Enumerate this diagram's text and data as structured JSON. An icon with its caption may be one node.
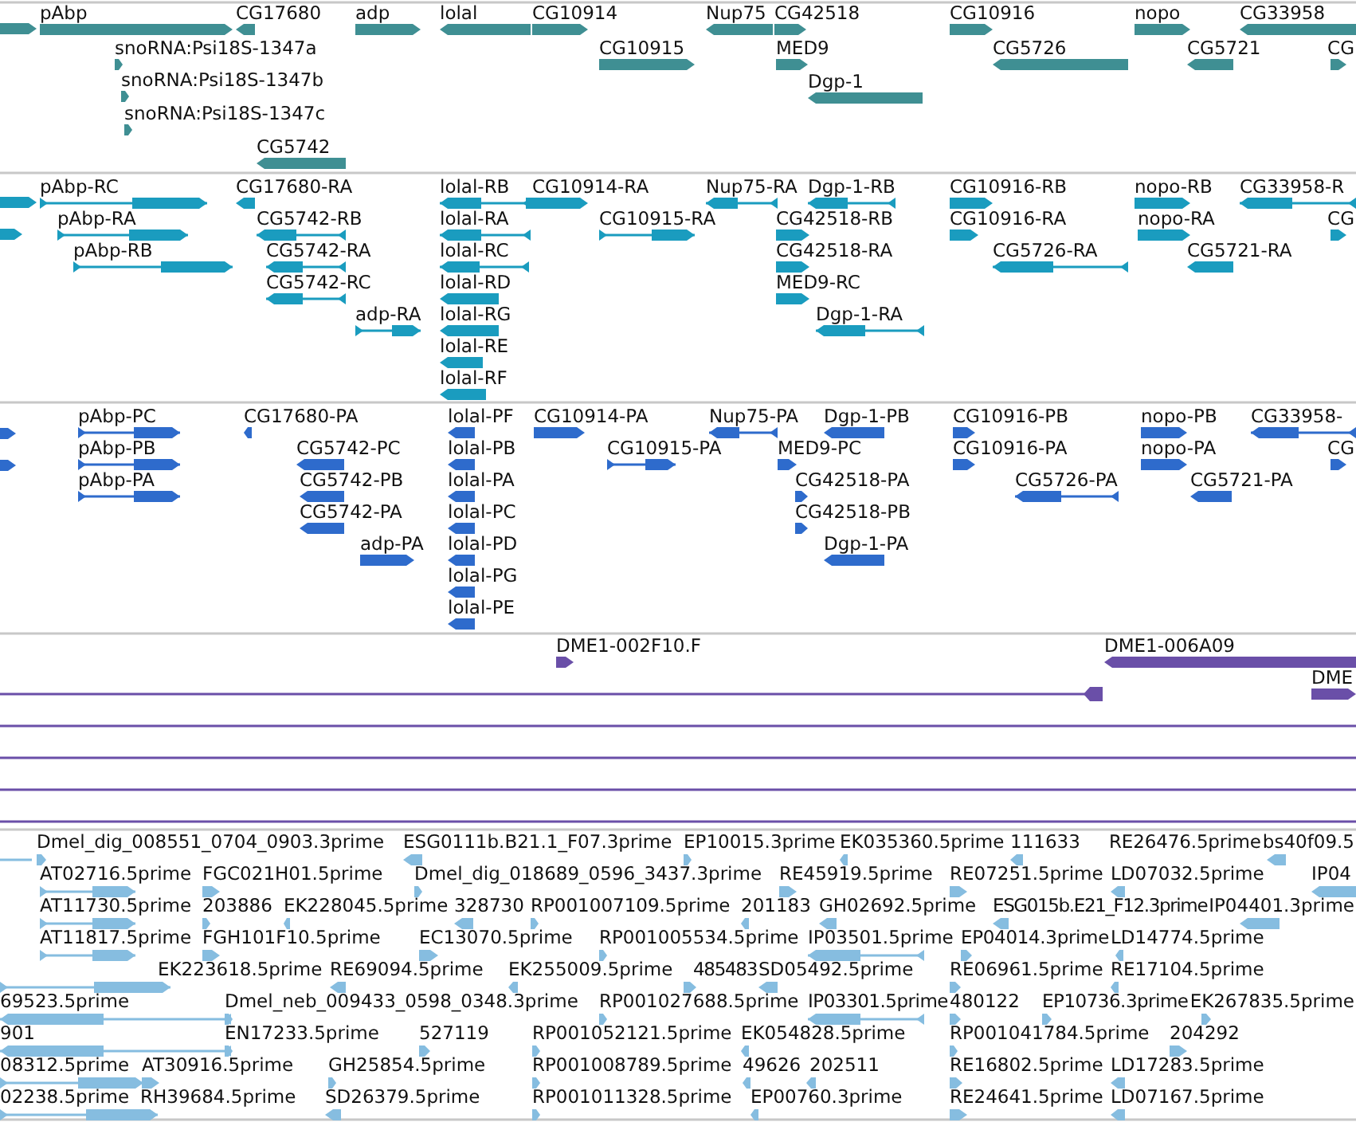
{
  "diagram": {
    "labels": [
      "pAbp",
      "CG17680",
      "adp",
      "lolal",
      "CG10914",
      "Nup75",
      "CG42518",
      "CG10916",
      "nopo",
      "CG33958",
      "snoRNA:Psi18S-1347a",
      "CG10915",
      "MED9",
      "CG5726",
      "CG5721",
      "CG",
      "snoRNA:Psi18S-1347b",
      "Dgp-1",
      "snoRNA:Psi18S-1347c",
      "CG5742",
      "pAbp-RC",
      "CG17680-RA",
      "lolal-RB",
      "CG10914-RA",
      "Nup75-RA",
      "Dgp-1-RB",
      "CG10916-RB",
      "nopo-RB",
      "CG33958-R",
      "pAbp-RA",
      "CG5742-RB",
      "lolal-RA",
      "CG10915-RA",
      "CG42518-RB",
      "CG10916-RA",
      "nopo-RA",
      "CG",
      "pAbp-RB",
      "CG5742-RA",
      "lolal-RC",
      "CG42518-RA",
      "CG5726-RA",
      "CG5721-RA",
      "CG5742-RC",
      "lolal-RD",
      "MED9-RC",
      "adp-RA",
      "lolal-RG",
      "Dgp-1-RA",
      "lolal-RE",
      "lolal-RF",
      "pAbp-PC",
      "CG17680-PA",
      "lolal-PF",
      "CG10914-PA",
      "Nup75-PA",
      "Dgp-1-PB",
      "CG10916-PB",
      "nopo-PB",
      "CG33958-",
      "pAbp-PB",
      "CG5742-PC",
      "lolal-PB",
      "CG10915-PA",
      "MED9-PC",
      "CG10916-PA",
      "nopo-PA",
      "CG",
      "pAbp-PA",
      "CG5742-PB",
      "lolal-PA",
      "CG42518-PA",
      "CG5726-PA",
      "CG5721-PA",
      "CG5742-PA",
      "lolal-PC",
      "CG42518-PB",
      "adp-PA",
      "lolal-PD",
      "Dgp-1-PA",
      "lolal-PG",
      "lolal-PE",
      "DME1-002F10.F",
      "DME1-006A09",
      "DME",
      "Dmel_dig_008551_0704_0903.3prime",
      "ESG0111b.B21.1_F07.3prime",
      "EP10015.3prime",
      "EK035360.5prime",
      "111633",
      "RE26476.5prime",
      "bs40f09.5",
      "AT02716.5prime",
      "FGC021H01.5prime",
      "Dmel_dig_018689_0596_3437.3prime",
      "RE45919.5prime",
      "RE07251.5prime",
      "LD07032.5prime",
      "IP04",
      "AT11730.5prime",
      "203886",
      "EK228045.5prime",
      "328730",
      "RP001007109.5prime",
      "201183",
      "GH02692.5prime",
      "ESG015b.E21_F12.3prime",
      "IP04401.3prime",
      "AT11817.5prime",
      "FGH101F10.5prime",
      "EC13070.5prime",
      "RP001005534.5prime",
      "IP03501.5prime",
      "EP04014.3prime",
      "LD14774.5prime",
      "EK223618.5prime",
      "RE69094.5prime",
      "EK255009.5prime",
      "485483",
      "SD05492.5prime",
      "RE06961.5prime",
      "RE17104.5prime",
      "69523.5prime",
      "Dmel_neb_009433_0598_0348.3prime",
      "RP001027688.5prime",
      "IP03301.5prime",
      "480122",
      "EP10736.3prime",
      "EK267835.5prime",
      "901",
      "EN17233.5prime",
      "527119",
      "RP001052121.5prime",
      "EK054828.5prime",
      "RP001041784.5prime",
      "204292",
      "08312.5prime",
      "AT30916.5prime",
      "GH25854.5prime",
      "RP001008789.5prime",
      "49626",
      "202511",
      "RE16802.5prime",
      "LD17283.5prime",
      "02238.5prime",
      "RH39684.5prime",
      "SD26379.5prime",
      "RP001011328.5prime",
      "EP00760.3prime",
      "RE24641.5prime",
      "LD07167.5prime"
    ]
  }
}
